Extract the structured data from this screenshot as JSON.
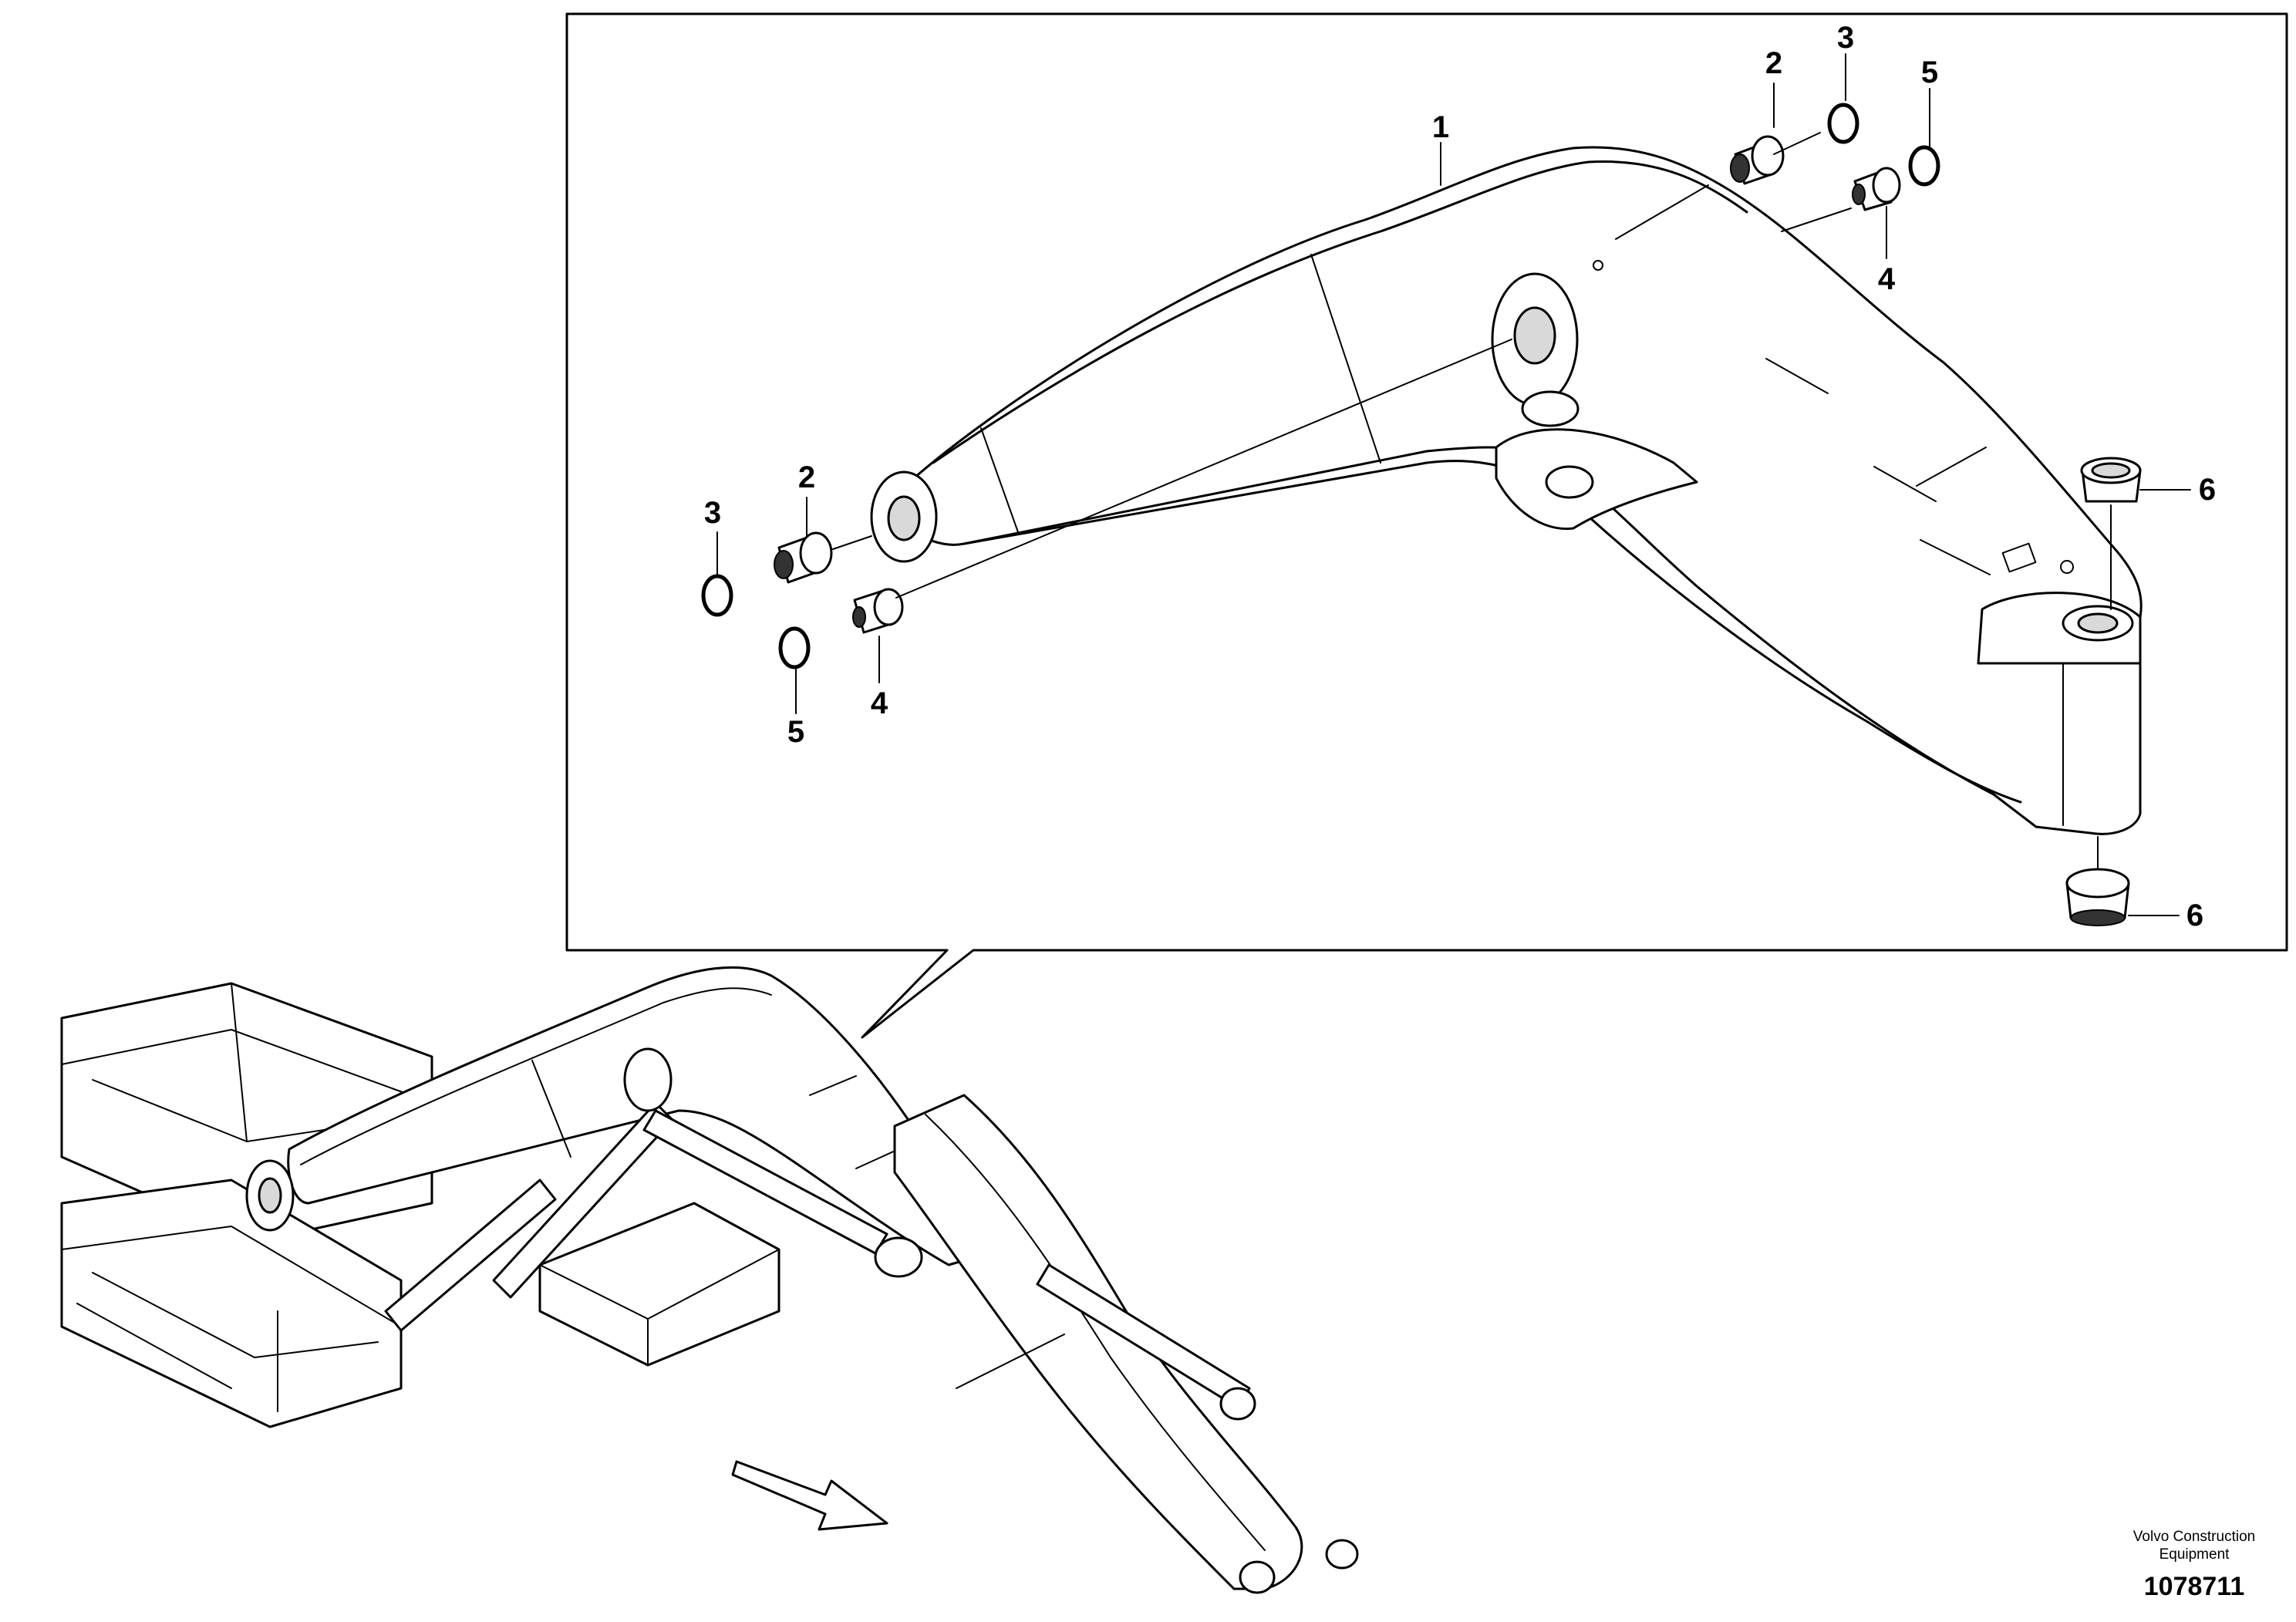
{
  "callouts": {
    "c1": "1",
    "c2a": "2",
    "c3a": "3",
    "c5a": "5",
    "c4a": "4",
    "c6a": "6",
    "c6b": "6",
    "c2b": "2",
    "c3b": "3",
    "c5b": "5",
    "c4b": "4"
  },
  "footer": {
    "credit_line1": "Volvo Construction",
    "credit_line2": "Equipment",
    "drawing_number": "1078711"
  },
  "colors": {
    "line": "#000000",
    "background": "#ffffff"
  }
}
